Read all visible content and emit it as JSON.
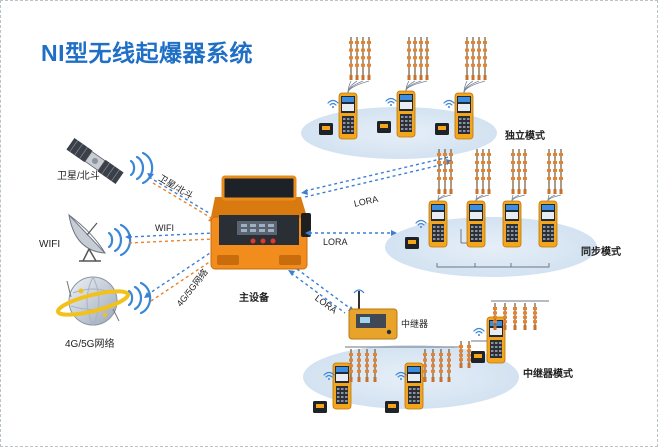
{
  "title": "NI型无线起爆器系统",
  "sources": {
    "satellite": "卫星/北斗",
    "wifi": "WIFI",
    "cellular": "4G/5G网络"
  },
  "links": {
    "satellite": "卫星/北斗",
    "wifi": "WIFI",
    "cellular": "4G/5G网络",
    "lora_top": "LORA",
    "lora_mid": "LORA",
    "lora_bottom": "LORA"
  },
  "main_device": "主设备",
  "relay": "中继器",
  "modes": {
    "independent": "独立模式",
    "sync": "同步模式",
    "relay": "中继器模式"
  },
  "colors": {
    "title": "#1f6fc5",
    "arrow_blue": "#3b7fd3",
    "arrow_orange": "#e9822e",
    "ellipse": "#dbe8f4",
    "device_orange": "#f28c1c",
    "handset_yellow": "#f4a51c"
  }
}
